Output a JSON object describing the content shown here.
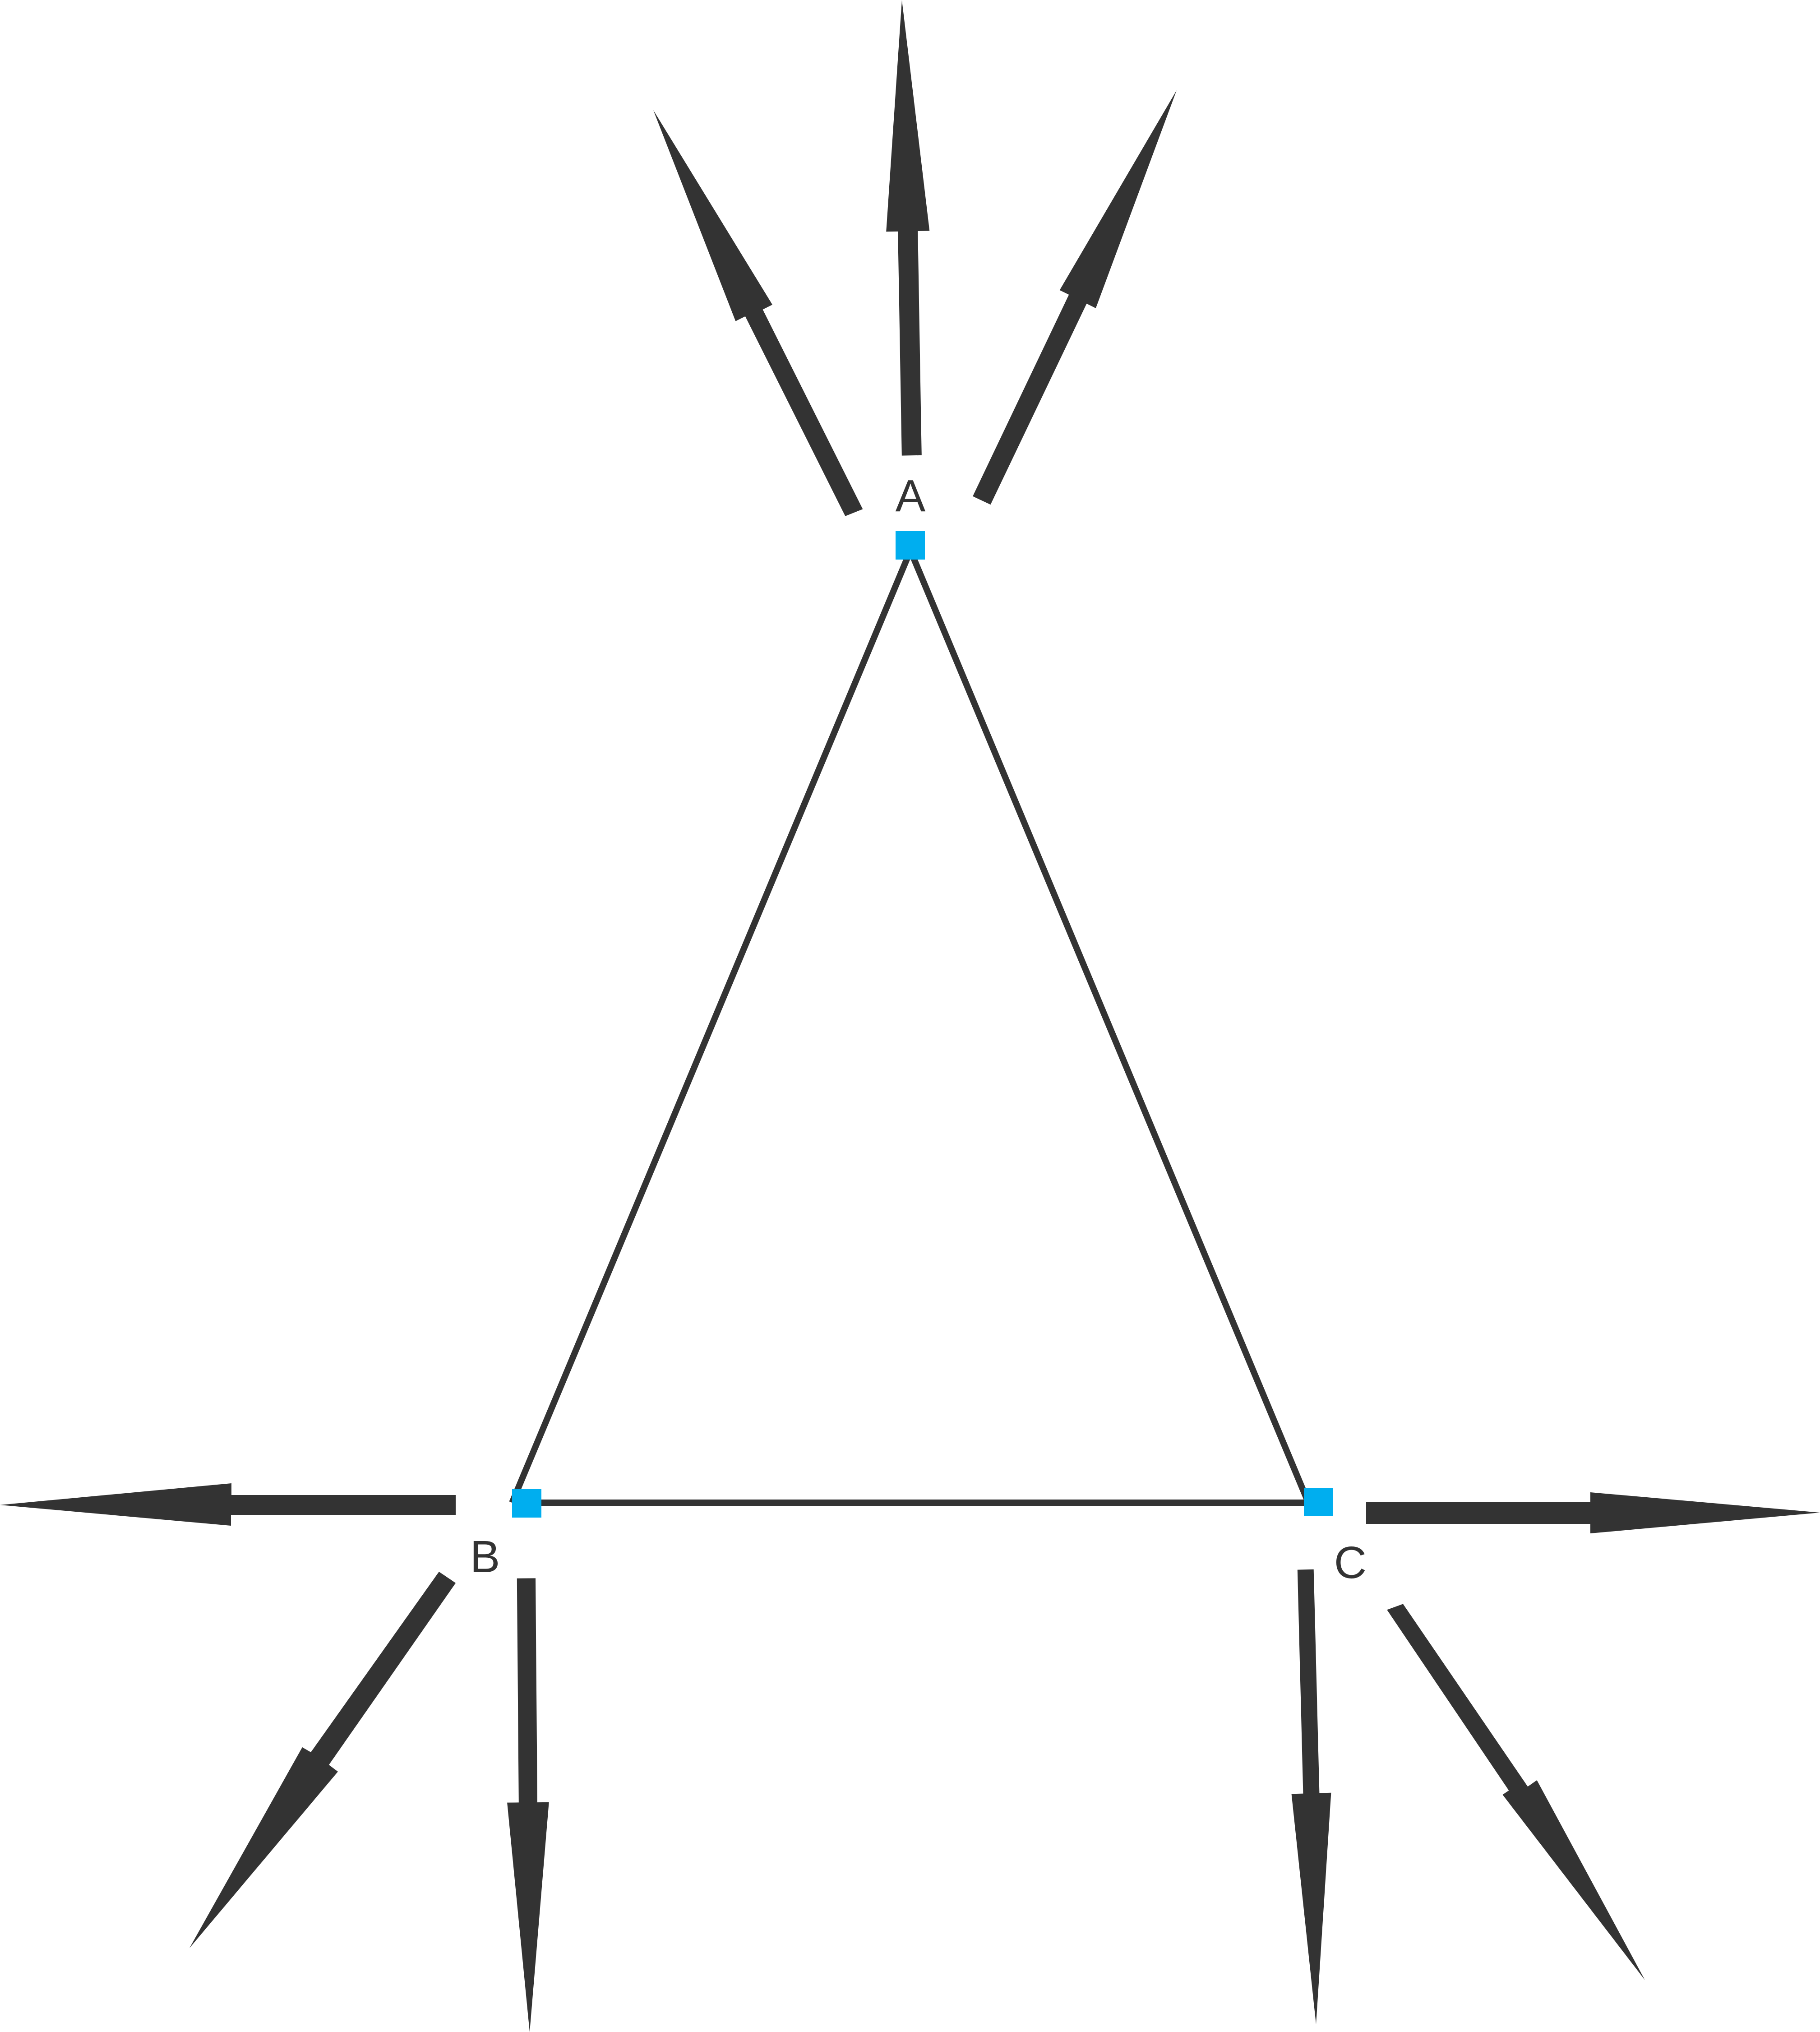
{
  "diagram": {
    "colors": {
      "ink": "#333333",
      "marker": "#00aeef",
      "background": "#ffffff"
    },
    "vertices": [
      {
        "id": "A",
        "label": "A",
        "arrow_count": 3
      },
      {
        "id": "B",
        "label": "B",
        "arrow_count": 3
      },
      {
        "id": "C",
        "label": "C",
        "arrow_count": 3
      }
    ],
    "edges": [
      {
        "from": "A",
        "to": "B"
      },
      {
        "from": "B",
        "to": "C"
      },
      {
        "from": "C",
        "to": "A"
      }
    ]
  }
}
